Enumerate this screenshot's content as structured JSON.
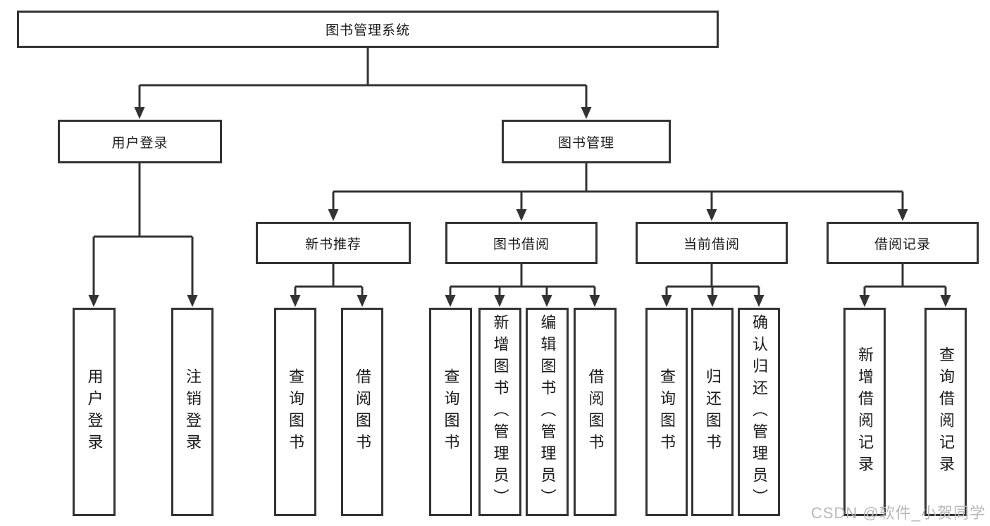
{
  "diagram": {
    "title": "图书管理系统",
    "root": {
      "label": "图书管理系统"
    },
    "level2": [
      {
        "label": "用户登录"
      },
      {
        "label": "图书管理"
      }
    ],
    "level3": [
      {
        "label": "新书推荐",
        "parent": "图书管理"
      },
      {
        "label": "图书借阅",
        "parent": "图书管理"
      },
      {
        "label": "当前借阅",
        "parent": "图书管理"
      },
      {
        "label": "借阅记录",
        "parent": "图书管理"
      }
    ],
    "leaves": [
      {
        "label": "用户登录",
        "parent": "用户登录"
      },
      {
        "label": "注销登录",
        "parent": "用户登录"
      },
      {
        "label": "查询图书",
        "parent": "新书推荐"
      },
      {
        "label": "借阅图书",
        "parent": "新书推荐"
      },
      {
        "label": "查询图书",
        "parent": "图书借阅"
      },
      {
        "label": "新增图书（管理员）",
        "parent": "图书借阅"
      },
      {
        "label": "编辑图书（管理员）",
        "parent": "图书借阅"
      },
      {
        "label": "借阅图书",
        "parent": "图书借阅"
      },
      {
        "label": "查询图书",
        "parent": "当前借阅"
      },
      {
        "label": "归还图书",
        "parent": "当前借阅"
      },
      {
        "label": "确认归还（管理员）",
        "parent": "当前借阅"
      },
      {
        "label": "新增借阅记录",
        "parent": "借阅记录"
      },
      {
        "label": "查询借阅记录",
        "parent": "借阅记录"
      }
    ],
    "colors": {
      "line": "#333333",
      "box_border": "#333333",
      "text": "#1a1a1a",
      "background": "#ffffff",
      "watermark": "#b7b7b7"
    }
  },
  "watermark": {
    "text": "CSDN @软件_小贺同学"
  }
}
